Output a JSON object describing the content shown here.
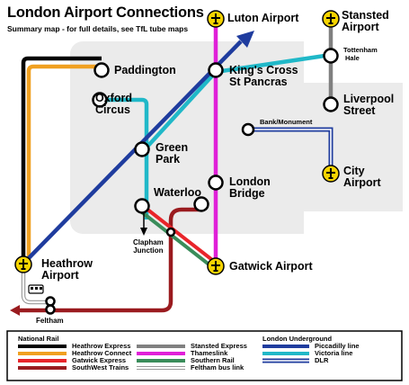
{
  "title": "London Airport Connections",
  "subtitle": "Summary map - for full details, see TfL tube maps",
  "stations": {
    "luton": "Luton Airport",
    "stansted_l1": "Stansted",
    "stansted_l2": "Airport",
    "paddington": "Paddington",
    "kings_cross_l1": "King's Cross",
    "kings_cross_l2": "St Pancras",
    "tottenham_l1": "Tottenham",
    "tottenham_l2": "Hale",
    "oxford_l1": "Oxford",
    "oxford_l2": "Circus",
    "liverpool_l1": "Liverpool",
    "liverpool_l2": "Street",
    "bank": "Bank/Monument",
    "green_park_l1": "Green",
    "green_park_l2": "Park",
    "city_l1": "City",
    "city_l2": "Airport",
    "london_bridge_l1": "London",
    "london_bridge_l2": "Bridge",
    "waterloo": "Waterloo",
    "clapham_l1": "Clapham",
    "clapham_l2": "Junction",
    "heathrow_l1": "Heathrow",
    "heathrow_l2": "Airport",
    "gatwick": "Gatwick Airport",
    "feltham": "Feltham"
  },
  "legend": {
    "national_rail": "National Rail",
    "london_underground": "London Underground",
    "heathrow_express": "Heathrow Express",
    "heathrow_connect": "Heathrow Connect",
    "gatwick_express": "Gatwick Express",
    "southwest_trains": "SouthWest Trains",
    "stansted_express": "Stansted Express",
    "thameslink": "Thameslink",
    "southern_rail": "Southern Rail",
    "feltham_bus": "Feltham bus link",
    "piccadilly": "Piccadilly line",
    "victoria": "Victoria line",
    "dlr": "DLR"
  },
  "colors": {
    "heathrow_express": "#000000",
    "heathrow_connect": "#f0a020",
    "gatwick_express": "#e8242a",
    "southwest_trains": "#9a1b1f",
    "stansted_express": "#808080",
    "thameslink": "#e020d8",
    "southern_rail": "#3a8c5a",
    "piccadilly": "#1f3c9e",
    "victoria": "#20b8c8",
    "dlr": "#1f3c9e",
    "zone": "#ebebeb",
    "airport": "#f5d300"
  }
}
